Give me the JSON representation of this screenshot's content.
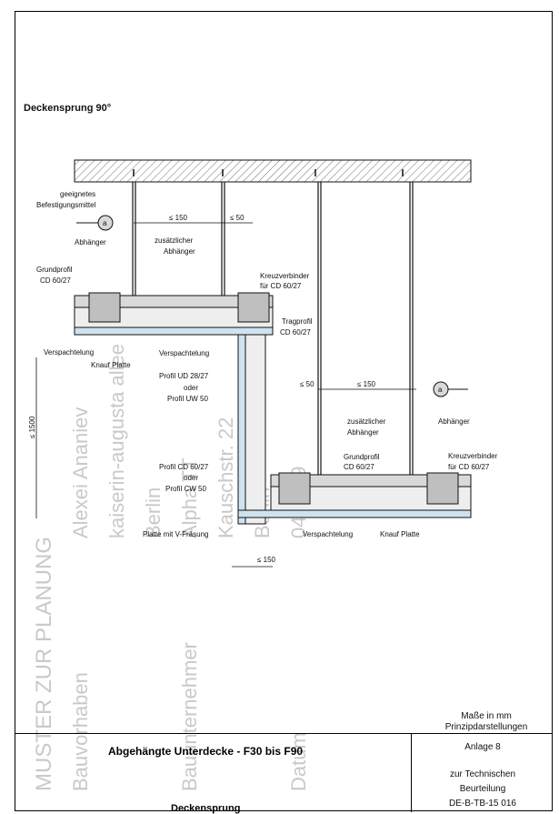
{
  "section_title": "Deckensprung 90°",
  "labels": {
    "befestigung": [
      "geeignetes",
      "Befestigungsmittel"
    ],
    "abhaenger_left": "Abhänger",
    "zusaetzlicher_left": [
      "zusätzlicher",
      "Abhänger"
    ],
    "grundprofil_left": [
      "Grundprofil",
      "CD 60/27"
    ],
    "kreuzverbinder_top": [
      "Kreuzverbinder",
      "für CD 60/27"
    ],
    "tragprofil": [
      "Tragprofil",
      "CD 60/27"
    ],
    "verspachtelung_left": "Verspachtelung",
    "knauf_platte_left": "Knauf Platte",
    "verspachtelung_mid": "Verspachtelung",
    "profil_ud": [
      "Profil UD 28/27",
      "oder",
      "Profil UW 50"
    ],
    "profil_cd": [
      "Profil CD 60/27",
      "oder",
      "Profil CW 50"
    ],
    "platte_vfraesung": "Platte mit V-Fräsung",
    "zusaetzlicher_right": [
      "zusätzlicher",
      "Abhänger"
    ],
    "abhaenger_right": "Abhänger",
    "grundprofil_right": [
      "Grundprofil",
      "CD 60/27"
    ],
    "kreuzverbinder_right": [
      "Kreuzverbinder",
      "für CD 60/27"
    ],
    "verspachtelung_bottom": "Verspachtelung",
    "knauf_platte_bottom": "Knauf Platte"
  },
  "dimensions": {
    "top_150": "≤ 150",
    "top_50": "≤ 50",
    "right_50": "≤ 50",
    "right_150": "≤ 150",
    "vertical_1500": "≤ 1500",
    "bottom_150": "≤ 150"
  },
  "markers": {
    "a": "a"
  },
  "watermark": {
    "muster": "MUSTER ZUR PLANUNG",
    "name": "Alexei Ananiev",
    "street": "kaiserin-augusta allee",
    "city1": "Berlin",
    "company": "Alpha TT",
    "street2": "Kauschstr. 22",
    "city2": "Berlin",
    "date": "04.2019",
    "bauvorhaben": "Bauvorhaben",
    "bauunternehmer": "Bauunternehmer",
    "datum": "Datum"
  },
  "notes": {
    "masse": "Maße in mm",
    "prinzip": "Prinzipdarstellungen"
  },
  "title_block": {
    "title": "Abgehängte Unterdecke - F30 bis F90",
    "subtitle": "Deckensprung",
    "anlage": "Anlage 8",
    "zur": "zur Technischen",
    "beurteilung": "Beurteilung",
    "code": "DE-B-TB-15 016"
  },
  "colors": {
    "board": "#cfe3ef",
    "profile": "#d9d9d9",
    "line": "#111111",
    "watermark": "#c9c9c9",
    "stamp": "#8ab8d8"
  }
}
